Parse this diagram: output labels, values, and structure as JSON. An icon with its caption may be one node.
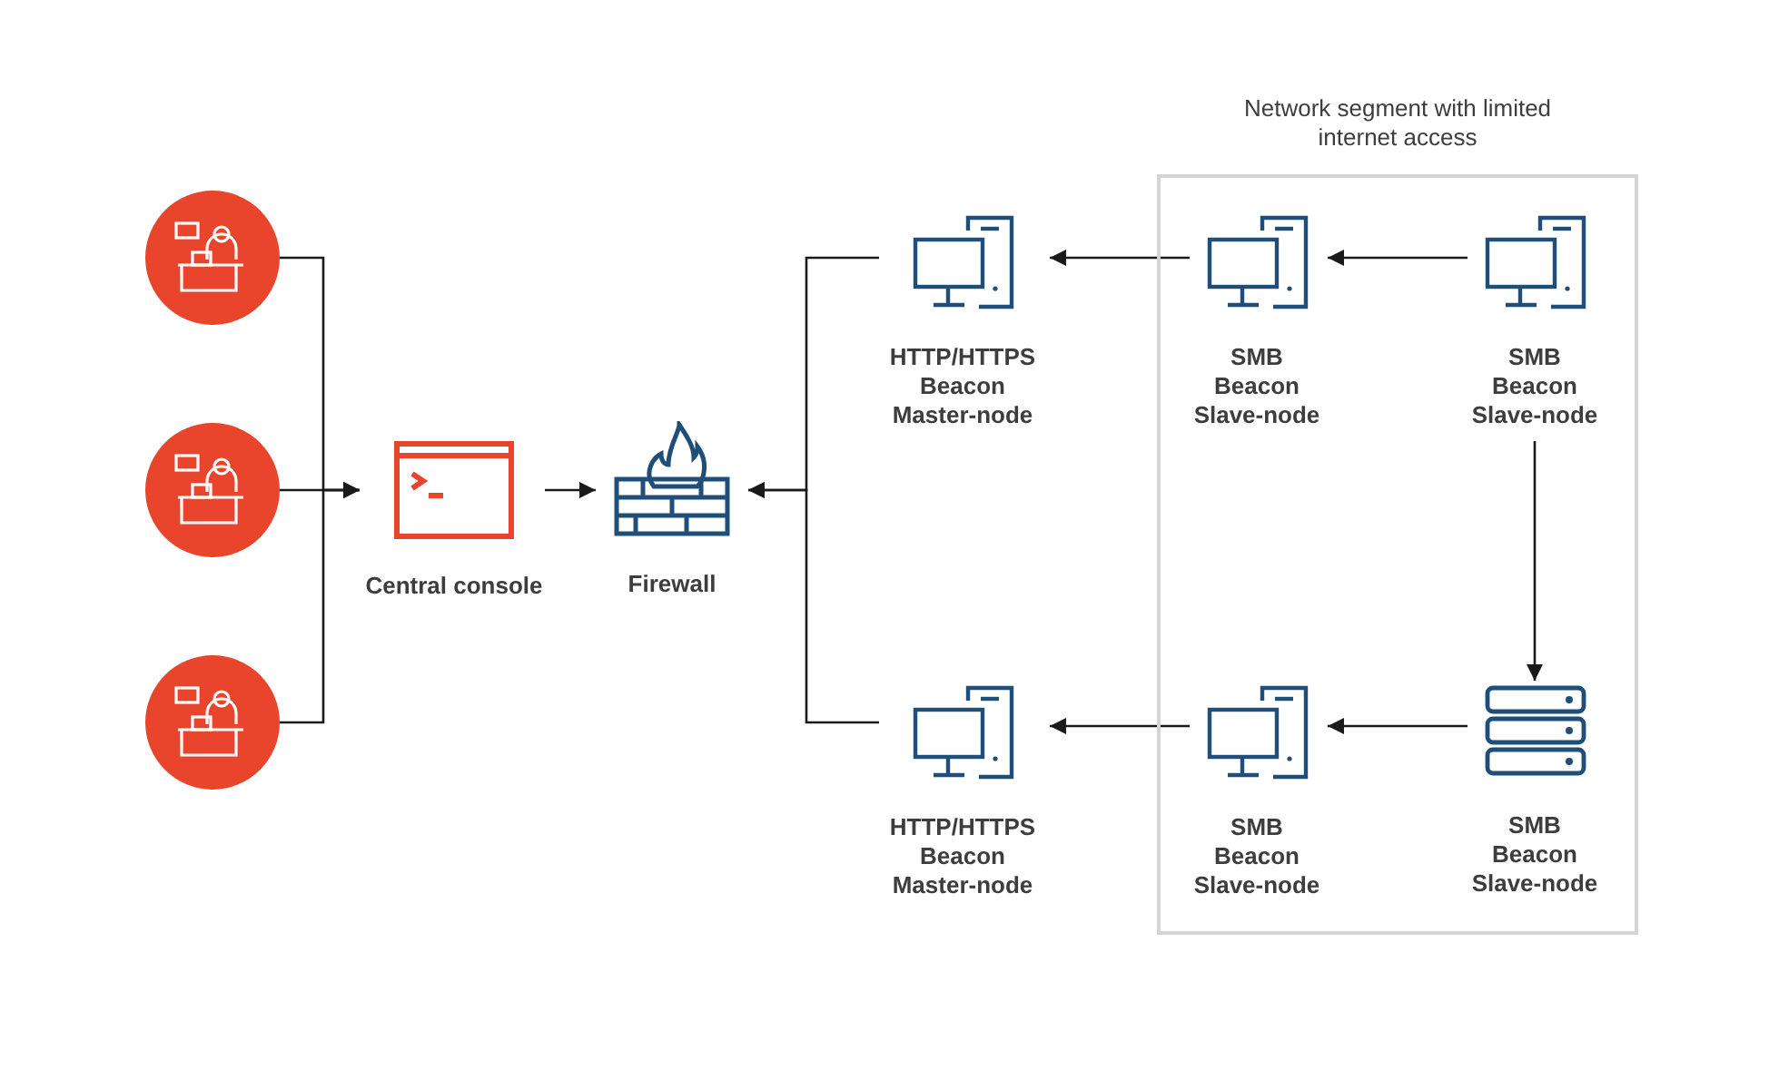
{
  "diagram": {
    "nodes": [
      {
        "text": [],
        "shape": "circle"
      },
      {
        "text": [],
        "shape": "circle"
      },
      {
        "text": [],
        "shape": "circle"
      },
      {
        "text": [
          "Central console"
        ]
      },
      {
        "text": [
          "Firewall"
        ]
      },
      {
        "text": [
          "HTTP/HTTPS Beacon Master-node"
        ]
      },
      {
        "text": [
          "HTTP/HTTPS Beacon Master-node"
        ]
      },
      {
        "text": [
          "Network segment with limited internet access"
        ]
      },
      {
        "text": [
          "SMB Beacon Slave-node"
        ],
        "in": 7
      },
      {
        "text": [
          "SMB Beacon Slave-node"
        ],
        "in": 7
      },
      {
        "text": [
          "SMB Beacon Slave-node"
        ],
        "in": 7
      },
      {
        "text": [
          "SMB Beacon Slave-node"
        ],
        "in": 7
      }
    ],
    "edges": [
      {
        "from": 0,
        "to": 3,
        "arrow": "to"
      },
      {
        "from": 1,
        "to": 3,
        "arrow": "to"
      },
      {
        "from": 2,
        "to": 3,
        "arrow": "to"
      },
      {
        "from": 3,
        "to": 4,
        "arrow": "to"
      },
      {
        "from": 5,
        "to": 4,
        "arrow": "to"
      },
      {
        "from": 6,
        "to": 4,
        "arrow": "to"
      },
      {
        "from": 8,
        "to": 5,
        "arrow": "to"
      },
      {
        "from": 9,
        "to": 8,
        "arrow": "to"
      },
      {
        "from": 9,
        "to": 11,
        "arrow": "to"
      },
      {
        "from": 11,
        "to": 10,
        "arrow": "to"
      },
      {
        "from": 10,
        "to": 6,
        "arrow": "to"
      }
    ]
  }
}
